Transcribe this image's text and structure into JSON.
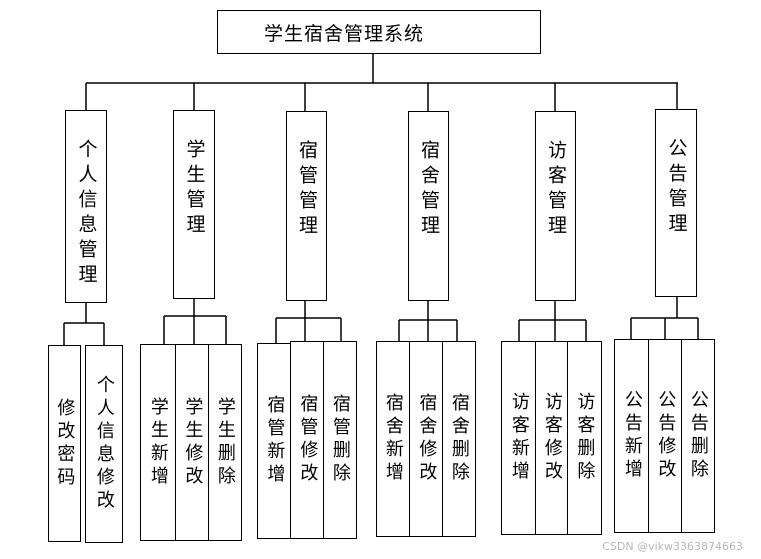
{
  "root": "学生宿舍管理系统",
  "modules": [
    {
      "name": "个人信息管理",
      "children": [
        "修改密码",
        "个人信息修改"
      ]
    },
    {
      "name": "学生管理",
      "children": [
        "学生新增",
        "学生修改",
        "学生删除"
      ]
    },
    {
      "name": "宿管管理",
      "children": [
        "宿管新增",
        "宿管修改",
        "宿管删除"
      ]
    },
    {
      "name": "宿舍管理",
      "children": [
        "宿舍新增",
        "宿舍修改",
        "宿舍删除"
      ]
    },
    {
      "name": "访客管理",
      "children": [
        "访客新增",
        "访客修改",
        "访客删除"
      ]
    },
    {
      "name": "公告管理",
      "children": [
        "公告新增",
        "公告修改",
        "公告删除"
      ]
    }
  ],
  "watermark": "CSDN @vikw3363874663"
}
